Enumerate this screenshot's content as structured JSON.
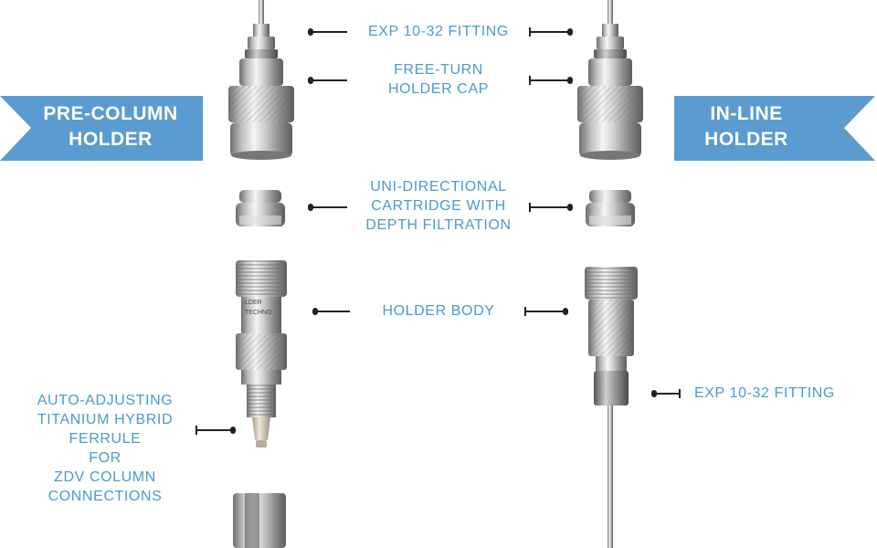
{
  "colors": {
    "banner": "#5a9bd0",
    "callout_text": "#4a9ad0",
    "leader": "#222222",
    "metal_light": "#f2f2f2",
    "metal_mid": "#b9b9b9",
    "metal_dark": "#6e6e6e",
    "ferrule": "#d9d0bf"
  },
  "banners": {
    "left": {
      "line1": "PRE-COLUMN",
      "line2": "HOLDER"
    },
    "right": {
      "line1": "IN-LINE",
      "line2": "HOLDER"
    }
  },
  "callouts": {
    "fitting_top": "EXP 10-32 FITTING",
    "holder_cap": {
      "line1": "FREE-TURN",
      "line2": "HOLDER CAP"
    },
    "cartridge": {
      "line1": "UNI-DIRECTIONAL",
      "line2": "CARTRIDGE WITH",
      "line3": "DEPTH FILTRATION"
    },
    "holder_body": "HOLDER BODY",
    "fitting_right": "EXP 10-32 FITTING",
    "ferrule": {
      "line1": "AUTO-ADJUSTING",
      "line2": "TITANIUM HYBRID",
      "line3": "FERRULE",
      "line4": "FOR",
      "line5": "ZDV COLUMN",
      "line6": "CONNECTIONS"
    }
  },
  "engraving": {
    "line1": "LDER",
    "line2": "TECHNO"
  }
}
